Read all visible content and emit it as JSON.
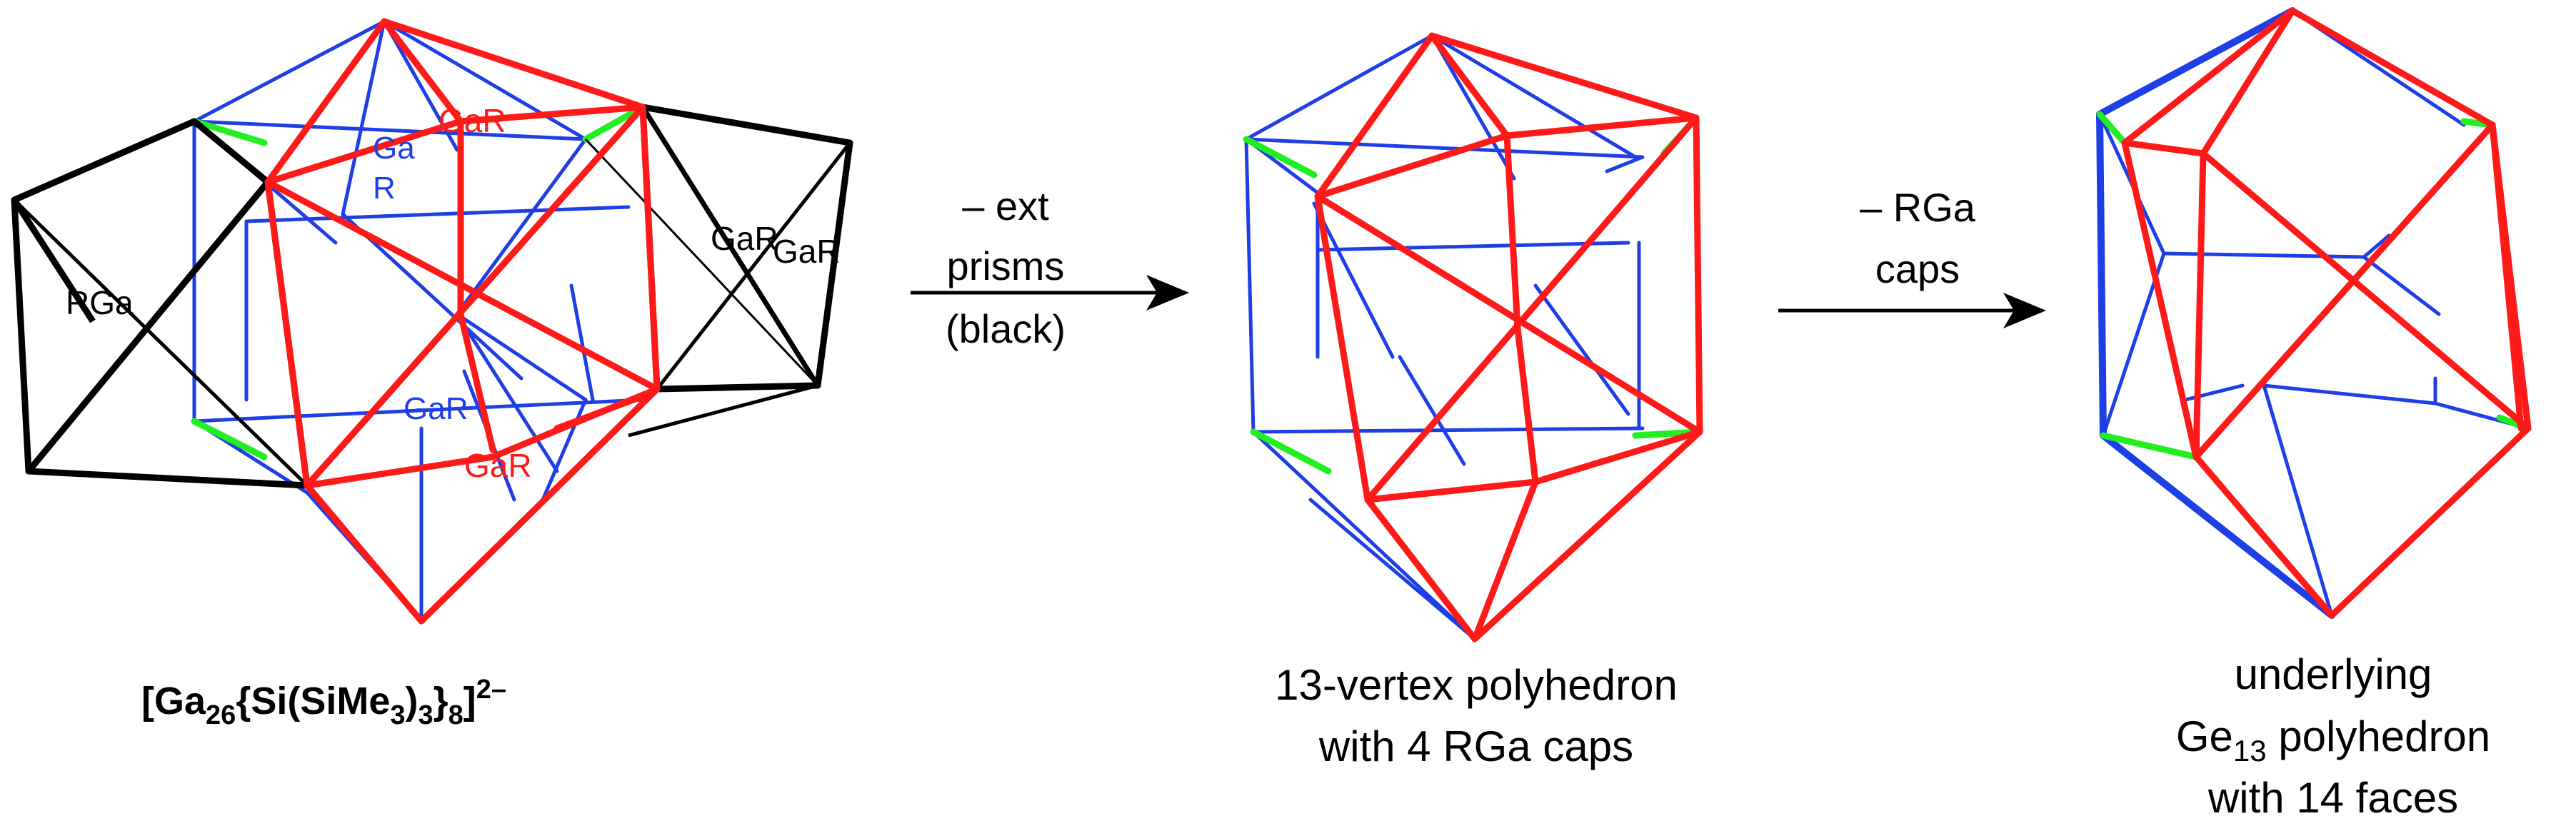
{
  "colors": {
    "framework": "#1f3fe6",
    "deltahedron": "#ff1a1a",
    "prism": "#000000",
    "cap_bond": "#22ee22",
    "text": "#000000"
  },
  "structure1": {
    "atom_labels": {
      "gar_top": "GaR",
      "ga_blue": "Ga",
      "r_blue": "R",
      "gar_right1": "GaR",
      "gar_right2": "GaR",
      "rga_left": "RGa",
      "gar_blue_mid": "GaR",
      "gar_red_bottom": "GaR"
    },
    "formula": {
      "open": "[Ga",
      "sub1": "26",
      "mid": "{Si(SiMe",
      "sub2": "3",
      "close1": ")",
      "sub3": "3",
      "close2": "}",
      "sub4": "8",
      "close3": "]",
      "charge": "2–"
    }
  },
  "arrow1": {
    "line1": "– ext",
    "line2": "prisms",
    "line3": "(black)"
  },
  "structure2": {
    "caption_line1": "13-vertex polyhedron",
    "caption_line2": "with 4 RGa caps"
  },
  "arrow2": {
    "line1": "– RGa",
    "line2": "caps"
  },
  "structure3": {
    "caption_line1": "underlying",
    "caption_line2_pre": "Ge",
    "caption_line2_sub": "13",
    "caption_line2_post": " polyhedron",
    "caption_line3": "with 14 faces"
  }
}
